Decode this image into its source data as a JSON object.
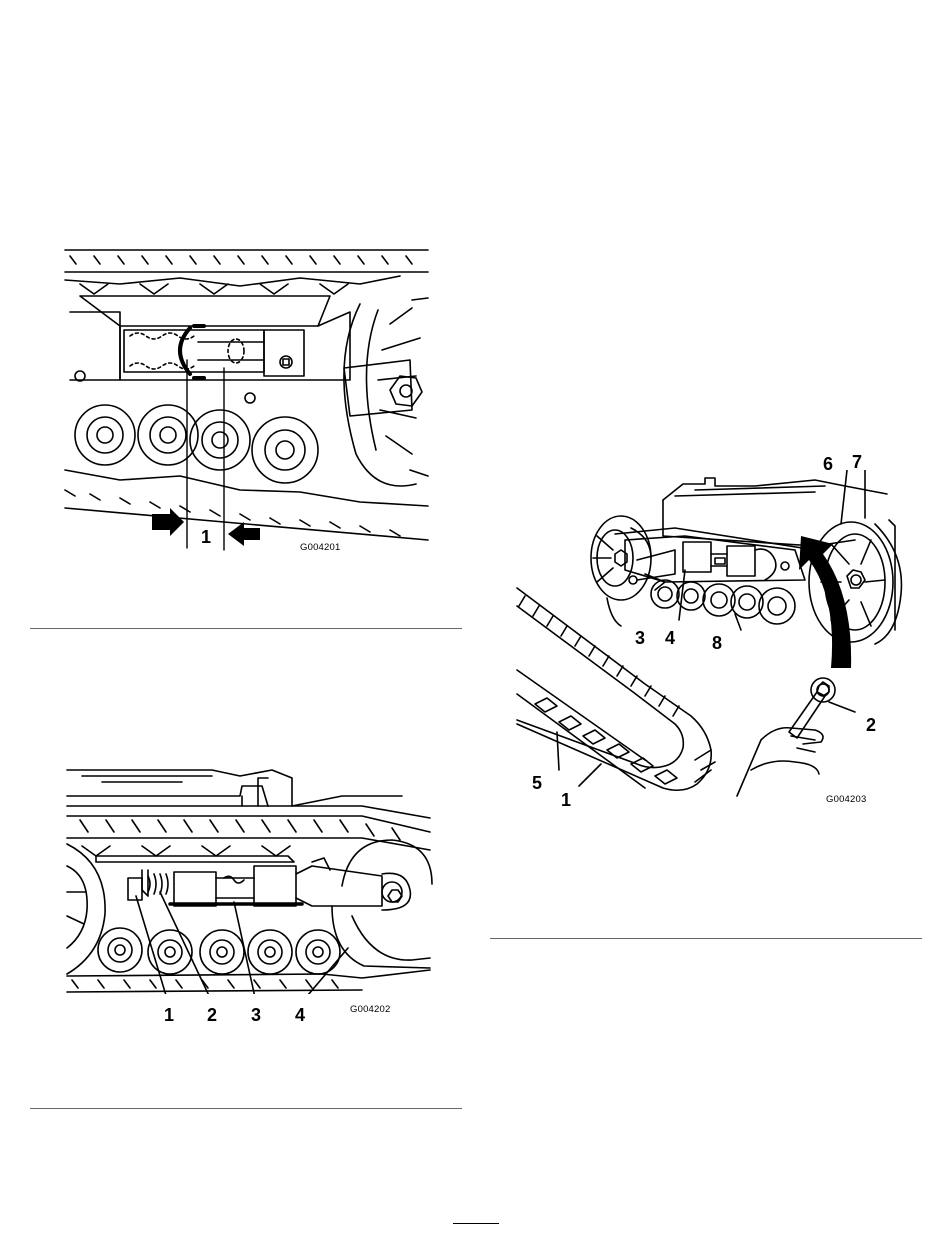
{
  "figures": [
    {
      "code": "G004201",
      "callouts": [
        "1"
      ],
      "icons": [
        "track-spring-diagram",
        "measurement-arrow-icon"
      ]
    },
    {
      "code": "G004202",
      "callouts": [
        "1",
        "2",
        "3",
        "4"
      ],
      "icons": [
        "tensioning-bolt-diagram"
      ]
    },
    {
      "code": "G004203",
      "callouts": [
        "6",
        "7",
        "3",
        "4",
        "8",
        "2",
        "5",
        "1"
      ],
      "icons": [
        "track-removal-diagram",
        "wrench-icon",
        "rotation-arrow-icon"
      ]
    }
  ]
}
